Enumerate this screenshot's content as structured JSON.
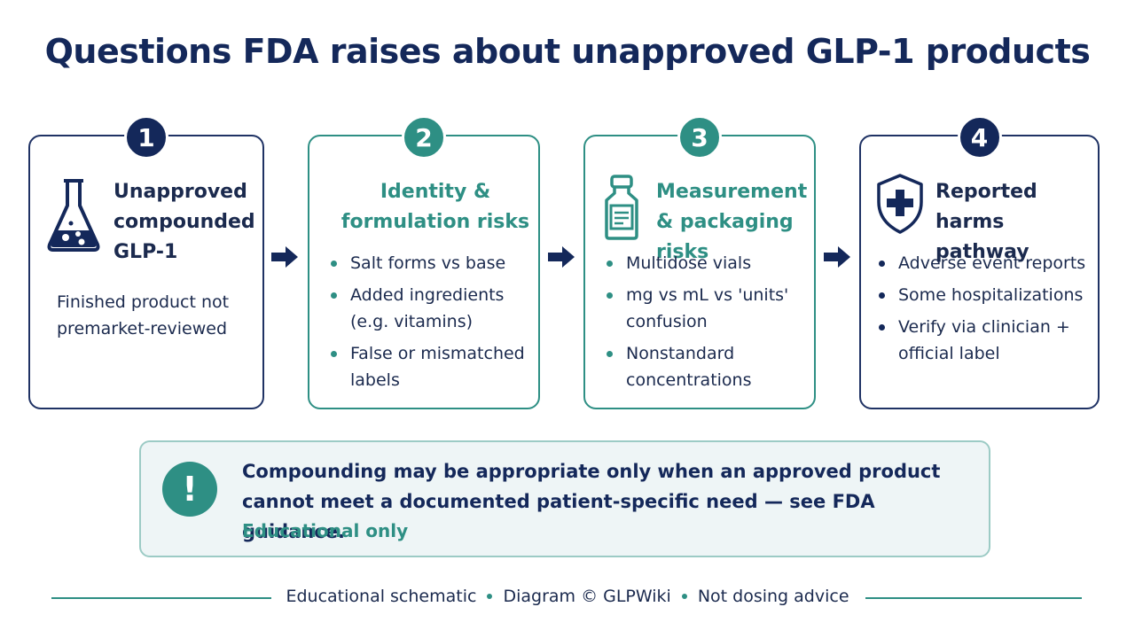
{
  "title": "Questions FDA raises about unapproved GLP-1 products",
  "colors": {
    "navy": "#14285a",
    "teal": "#2e8f84",
    "note_bg": "#eef5f6"
  },
  "cards": [
    {
      "number": "1",
      "icon": "flask-icon",
      "title": "Unapproved compounded GLP-1",
      "description": "Finished product not premarket-reviewed"
    },
    {
      "number": "2",
      "title": "Identity & formulation risks",
      "bullets": [
        "Salt forms vs base",
        "Added ingredients (e.g. vitamins)",
        "False or mismatched labels"
      ]
    },
    {
      "number": "3",
      "icon": "vial-icon",
      "title": "Measurement & packaging risks",
      "bullets": [
        "Multidose vials",
        "mg vs mL vs 'units' confusion",
        "Nonstandard concentrations"
      ]
    },
    {
      "number": "4",
      "icon": "shield-cross-icon",
      "title": "Reported harms pathway",
      "bullets": [
        "Adverse event reports",
        "Some hospitalizations",
        "Verify via clinician + official label"
      ]
    }
  ],
  "note": {
    "icon": "exclamation-icon",
    "text": "Compounding may be appropriate only when an approved product cannot meet a documented patient-specific need — see FDA guidance.",
    "tag": "Educational only"
  },
  "footer": {
    "items": [
      "Educational schematic",
      "Diagram © GLPWiki",
      "Not dosing advice"
    ]
  }
}
